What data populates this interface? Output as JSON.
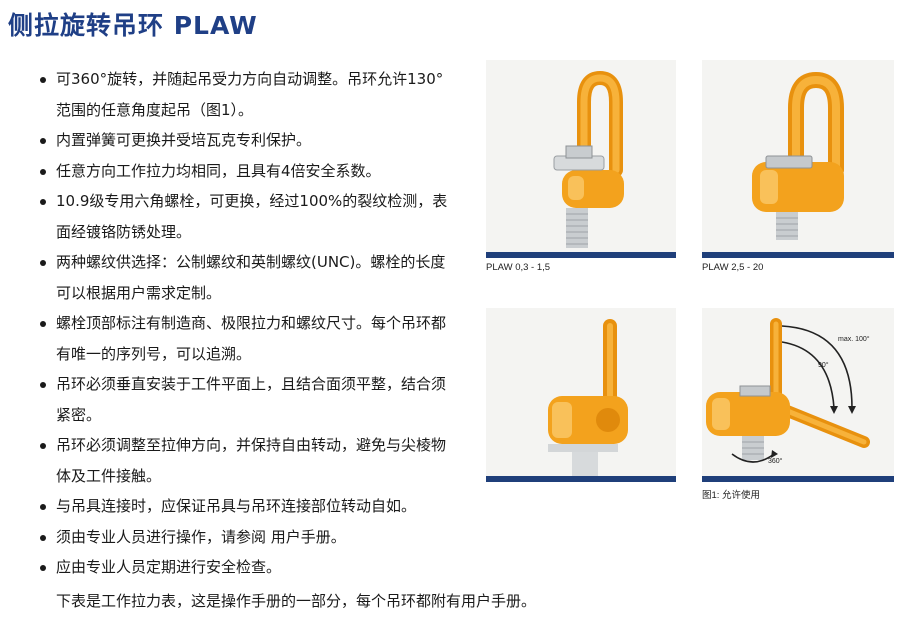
{
  "title": "侧拉旋转吊环 PLAW",
  "bullets": [
    "可360°旋转，并随起吊受力方向自动调整。吊环允许130°范围的任意角度起吊（图1）。",
    "内置弹簧可更换并受培瓦克专利保护。",
    "任意方向工作拉力均相同，且具有4倍安全系数。",
    "10.9级专用六角螺栓，可更换，经过100%的裂纹检测，表面经镀铬防锈处理。",
    "两种螺纹供选择：公制螺纹和英制螺纹(UNC)。螺栓的长度可以根据用户需求定制。",
    "螺栓顶部标注有制造商、极限拉力和螺纹尺寸。每个吊环都有唯一的序列号，可以追溯。",
    "吊环必须垂直安装于工件平面上，且结合面须平整，结合须紧密。",
    "吊环必须调整至拉伸方向，并保持自由转动，避免与尖棱物体及工件接触。",
    "与吊具连接时，应保证吊具与吊环连接部位转动自如。",
    "须由专业人员进行操作，请参阅 用户手册。",
    "应由专业人员定期进行安全检查。"
  ],
  "note": "下表是工作拉力表，这是操作手册的一部分，每个吊环都附有用户手册。",
  "figures": {
    "cap1": "PLAW 0,3 - 1,5",
    "cap2": "PLAW 2,5 - 20",
    "cap3": "图1: 允许使用",
    "angle_max": "max. 100°",
    "angle_90": "90°",
    "angle_360": "360°"
  },
  "colors": {
    "title": "#1f3f86",
    "ring": "#f3a21d",
    "bar": "#1f3f7a"
  }
}
